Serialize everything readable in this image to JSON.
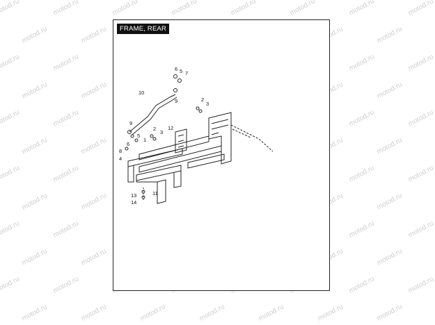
{
  "title": "FRAME, REAR",
  "callouts": [
    {
      "id": "c6a",
      "text": "6"
    },
    {
      "id": "c5a",
      "text": "5"
    },
    {
      "id": "c7",
      "text": "7"
    },
    {
      "id": "c10",
      "text": "10"
    },
    {
      "id": "c9a",
      "text": "9"
    },
    {
      "id": "c2a",
      "text": "2"
    },
    {
      "id": "c3a",
      "text": "3"
    },
    {
      "id": "c9b",
      "text": "9"
    },
    {
      "id": "c5b",
      "text": "5"
    },
    {
      "id": "c1",
      "text": "1"
    },
    {
      "id": "c2b",
      "text": "2"
    },
    {
      "id": "c3b",
      "text": "3"
    },
    {
      "id": "c12",
      "text": "12"
    },
    {
      "id": "c6b",
      "text": "6"
    },
    {
      "id": "c8",
      "text": "8"
    },
    {
      "id": "c4",
      "text": "4"
    },
    {
      "id": "c11",
      "text": "11"
    },
    {
      "id": "c13",
      "text": "13"
    },
    {
      "id": "c14",
      "text": "14"
    }
  ],
  "watermark": "motod.ru"
}
